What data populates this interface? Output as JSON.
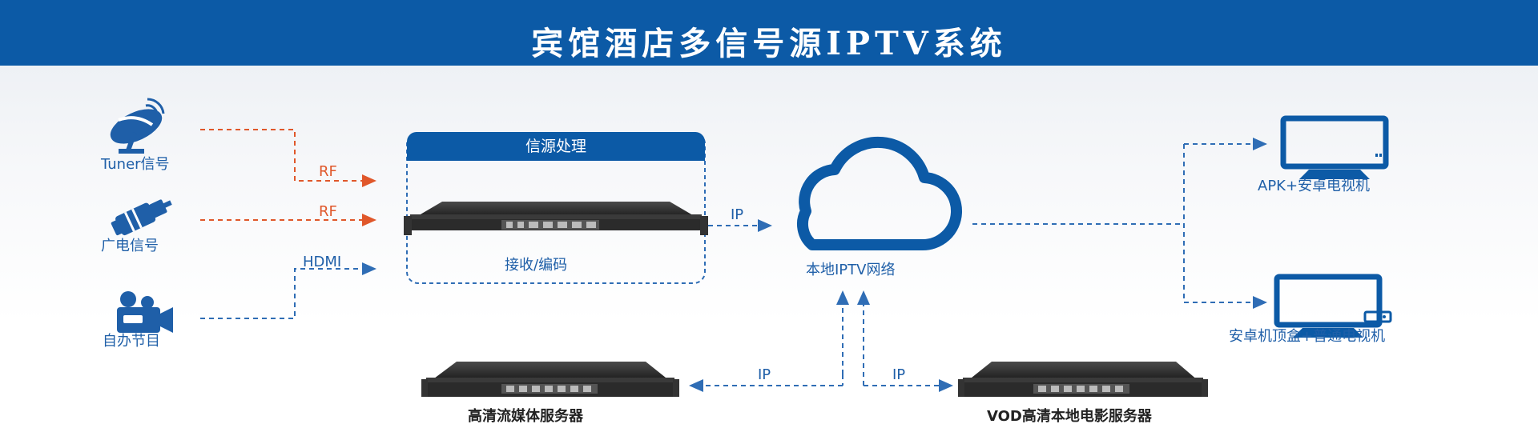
{
  "header": {
    "title": "宾馆酒店多信号源IPTV系统"
  },
  "sources": [
    {
      "label": "Tuner信号",
      "icon": "satellite-dish-icon"
    },
    {
      "label": "广电信号",
      "icon": "cable-connector-icon"
    },
    {
      "label": "自办节目",
      "icon": "video-camera-icon"
    }
  ],
  "links": {
    "rf_1": "RF",
    "rf_2": "RF",
    "hdmi": "HDMI",
    "ip_to_cloud": "IP",
    "ip_to_streaming": "IP",
    "ip_to_vod": "IP"
  },
  "processing": {
    "title": "信源处理",
    "device_label": "接收/编码"
  },
  "network": {
    "label": "本地IPTV网络",
    "icon": "cloud-icon"
  },
  "servers": {
    "streaming": "高清流媒体服务器",
    "vod": "VOD高清本地电影服务器"
  },
  "outputs": [
    {
      "label": "APK+安卓电视机",
      "icon": "tv-icon"
    },
    {
      "label": "安卓机顶盒+普通电视机",
      "icon": "tv-settop-box-icon"
    }
  ],
  "colors": {
    "brand_blue": "#0c5aa6",
    "link_blue": "#2f6db5",
    "rf_orange": "#e0572a"
  }
}
